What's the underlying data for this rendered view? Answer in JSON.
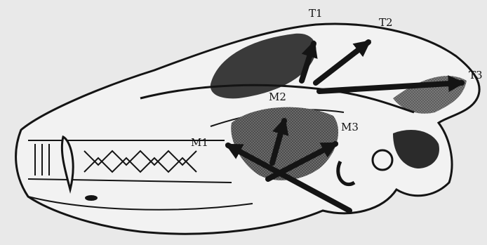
{
  "figure": {
    "labels": {
      "t1": "T1",
      "t2": "T2",
      "t3": "T3",
      "m1": "M1",
      "m2": "M2",
      "m3": "M3"
    }
  },
  "colors": {
    "background": "#e9e9e9",
    "ink": "#141414",
    "shadow": "#3a3a3a",
    "bone": "#f2f2f2"
  }
}
